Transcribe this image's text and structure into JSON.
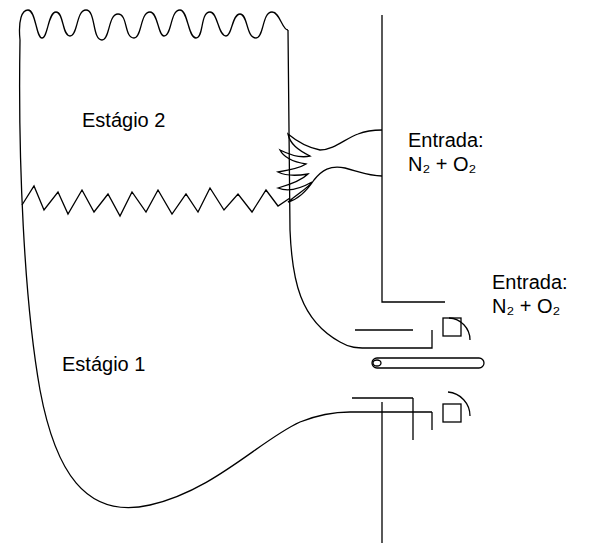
{
  "diagram": {
    "labels": [
      "Estágio 2",
      "Entrada: N₂ + O₂",
      "Estágio 1",
      "Entrada: N₂ + O₂"
    ]
  }
}
